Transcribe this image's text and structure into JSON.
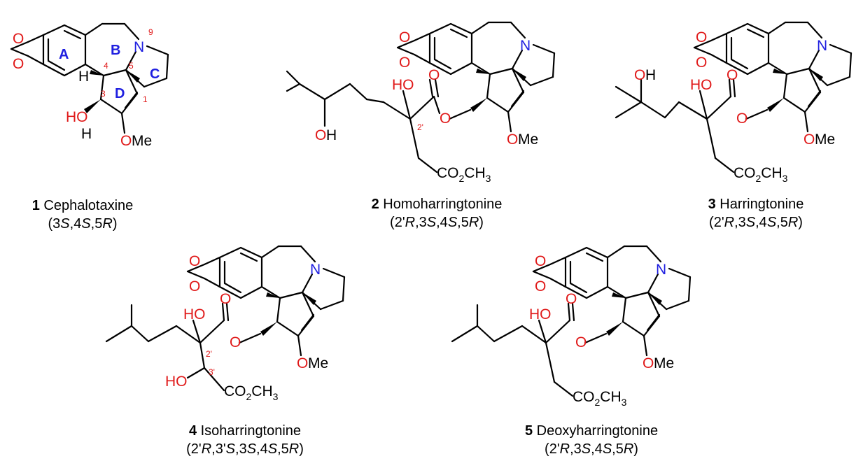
{
  "compounds": [
    {
      "number": "1",
      "name": "Cephalotaxine",
      "stereo": [
        "(3",
        "S",
        ",4",
        "S",
        ",5",
        "R",
        ")"
      ]
    },
    {
      "number": "2",
      "name": "Homoharringtonine",
      "stereo": [
        "(2'",
        "R",
        ",3",
        "S",
        ",4",
        "S",
        ",5",
        "R",
        ")"
      ]
    },
    {
      "number": "3",
      "name": "Harringtonine",
      "stereo": [
        "(2'",
        "R",
        ",3",
        "S",
        ",4",
        "S",
        ",5",
        "R",
        ")"
      ]
    },
    {
      "number": "4",
      "name": "Isoharringtonine",
      "stereo": [
        "(2'",
        "R",
        ",3'",
        "S",
        ",3",
        "S",
        ",4",
        "S",
        ",5",
        "R",
        ")"
      ]
    },
    {
      "number": "5",
      "name": "Deoxyharringtonine",
      "stereo": [
        "(2'",
        "R",
        ",3",
        "S",
        ",4",
        "S",
        ",5",
        "R",
        ")"
      ]
    }
  ],
  "atoms": {
    "O": "O",
    "N": "N",
    "H": "H",
    "HO": "HO",
    "OH": "OH",
    "Me": "Me",
    "CO": "CO",
    "two": "2",
    "CH": "CH",
    "three": "3"
  },
  "ring_labels": {
    "A": "A",
    "B": "B",
    "C": "C",
    "D": "D"
  },
  "locants": {
    "n1": "1",
    "n3": "3",
    "n4": "4",
    "n5": "5",
    "n9": "9",
    "p2": "2'",
    "p3": "3'"
  },
  "colors": {
    "oxygen": "#e01919",
    "nitrogen": "#1f1fe0",
    "bond": "#000000"
  }
}
